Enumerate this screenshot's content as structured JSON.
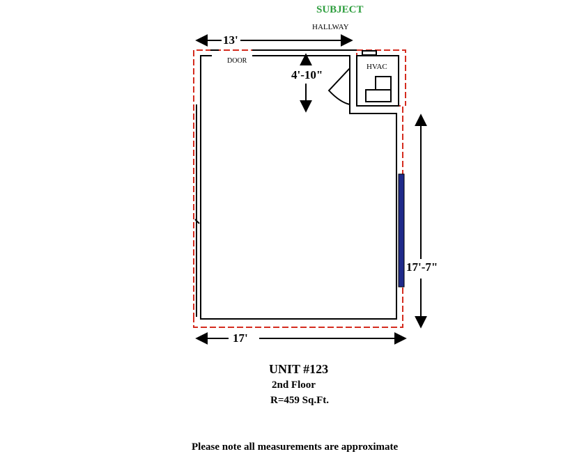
{
  "header": {
    "subject": "SUBJECT",
    "hallway": "HALLWAY"
  },
  "plan": {
    "door_label": "DOOR",
    "hvac_label": "HVAC",
    "dim_top": "13'",
    "dim_door_depth": "4'-10\"",
    "dim_right": "17'-7\"",
    "dim_bottom": "17'"
  },
  "unit": {
    "title": "UNIT #123",
    "floor": "2nd Floor",
    "area": "R=459 Sq.Ft."
  },
  "note": "Please note all measurements are approximate",
  "colors": {
    "subject": "#2e9e3e",
    "dashed_outline": "#d42b1e",
    "window": "#1f2a8a",
    "ink": "#000000"
  }
}
